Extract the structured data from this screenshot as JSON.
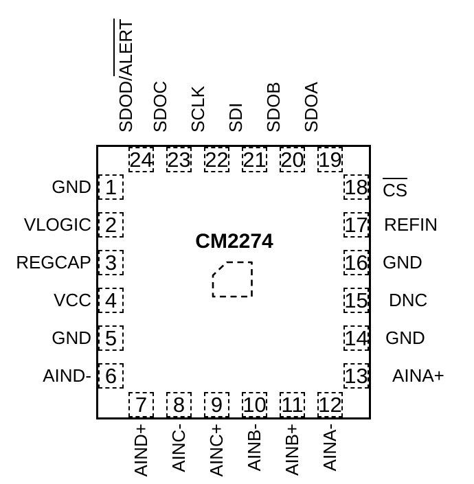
{
  "chip": {
    "name": "CM2274",
    "package_type": "QFN-24 top view pinout"
  },
  "colors": {
    "ink": "#000000",
    "background": "#ffffff"
  },
  "pins": {
    "top": [
      {
        "num": "24",
        "label": "SDOD/",
        "overline": "ALERT"
      },
      {
        "num": "23",
        "label": "SDOC"
      },
      {
        "num": "22",
        "label": "SCLK"
      },
      {
        "num": "21",
        "label": "SDI"
      },
      {
        "num": "20",
        "label": "SDOB"
      },
      {
        "num": "19",
        "label": "SDOA"
      }
    ],
    "left": [
      {
        "num": "1",
        "label": "GND"
      },
      {
        "num": "2",
        "label": "VLOGIC"
      },
      {
        "num": "3",
        "label": "REGCAP"
      },
      {
        "num": "4",
        "label": "VCC"
      },
      {
        "num": "5",
        "label": "GND"
      },
      {
        "num": "6",
        "label": "AIND-"
      }
    ],
    "right": [
      {
        "num": "18",
        "overline": "CS"
      },
      {
        "num": "17",
        "label": "REFIN"
      },
      {
        "num": "16",
        "label": "GND"
      },
      {
        "num": "15",
        "label": "DNC"
      },
      {
        "num": "14",
        "label": "GND"
      },
      {
        "num": "13",
        "label": "AINA+"
      }
    ],
    "bottom": [
      {
        "num": "7",
        "label": "AIND+"
      },
      {
        "num": "8",
        "label": "AINC-"
      },
      {
        "num": "9",
        "label": "AINC+"
      },
      {
        "num": "10",
        "label": "AINB-"
      },
      {
        "num": "11",
        "label": "AINB+"
      },
      {
        "num": "12",
        "label": "AINA-"
      }
    ]
  }
}
